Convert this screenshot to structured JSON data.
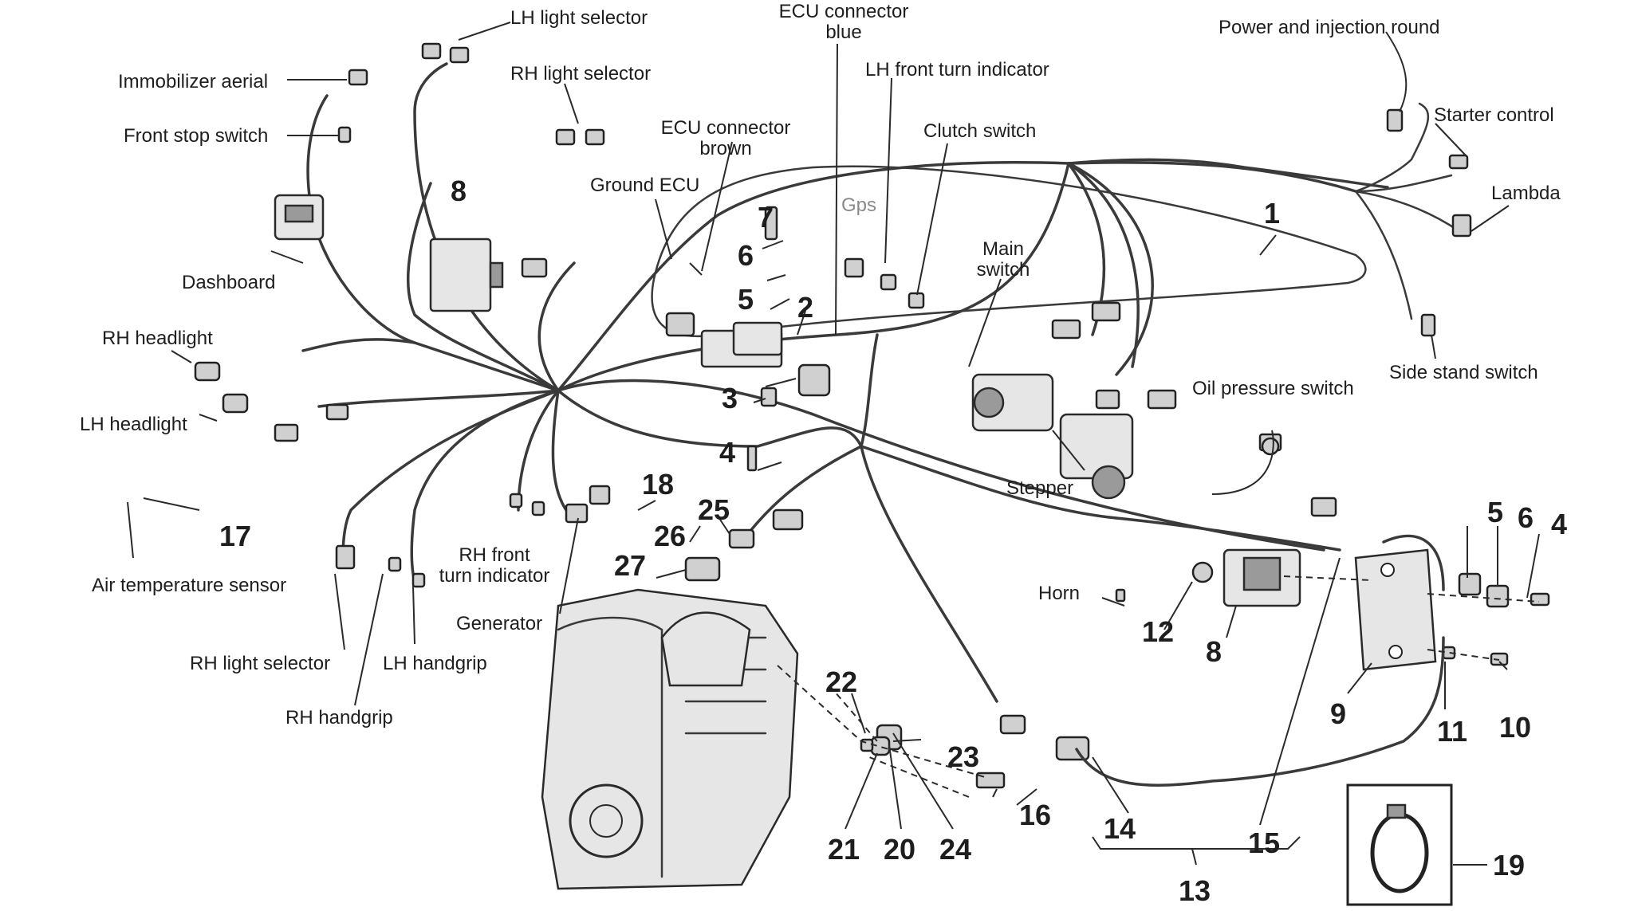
{
  "labels": {
    "lh_light_selector_top": "LH light selector",
    "immobilizer_aerial": "Immobilizer aerial",
    "front_stop_switch": "Front stop switch",
    "rh_light_selector_top": "RH light selector",
    "ecu_connector_blue": "ECU connector\nblue",
    "lh_front_turn_indicator": "LH front turn indicator",
    "power_and_injection_round": "Power and injection round",
    "starter_control": "Starter control",
    "lambda": "Lambda",
    "ecu_connector_brown": "ECU connector\nbrown",
    "clutch_switch": "Clutch switch",
    "ground_ecu": "Ground ECU",
    "gps": "Gps",
    "dashboard": "Dashboard",
    "main_switch": "Main\nswitch",
    "side_stand_switch": "Side stand switch",
    "rh_headlight": "RH headlight",
    "oil_pressure_switch": "Oil pressure switch",
    "lh_headlight": "LH headlight",
    "stepper": "Stepper",
    "rh_front_turn_indicator": "RH front\nturn indicator",
    "air_temperature_sensor": "Air temperature sensor",
    "horn": "Horn",
    "generator": "Generator",
    "rh_light_selector_bottom": "RH light selector",
    "lh_handgrip": "LH handgrip",
    "rh_handgrip": "RH handgrip"
  },
  "numbers": {
    "n1": "1",
    "n2": "2",
    "n3": "3",
    "n4a": "4",
    "n5a": "5",
    "n6a": "6",
    "n7": "7",
    "n8a": "8",
    "n8b": "8",
    "n17": "17",
    "n18": "18",
    "n25": "25",
    "n26": "26",
    "n27": "27",
    "n5b": "5",
    "n6b": "6",
    "n4b": "4",
    "n12": "12",
    "n9": "9",
    "n11": "11",
    "n10": "10",
    "n22": "22",
    "n23": "23",
    "n16": "16",
    "n14": "14",
    "n15": "15",
    "n21": "21",
    "n20": "20",
    "n24": "24",
    "n13": "13",
    "n19": "19"
  }
}
